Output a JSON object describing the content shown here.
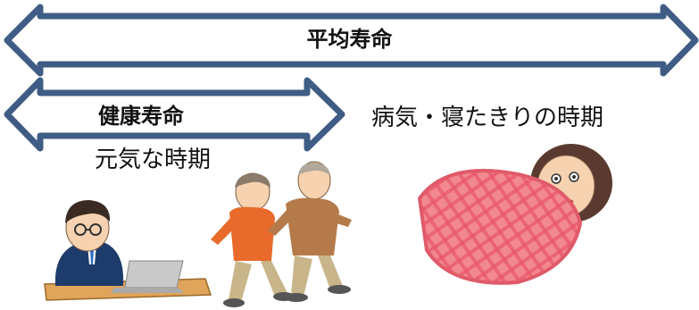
{
  "arrows": {
    "average_lifespan": "平均寿命",
    "healthy_lifespan": "健康寿命"
  },
  "periods": {
    "healthy": "元気な時期",
    "bedridden": "病気・寝たきりの時期"
  },
  "colors": {
    "arrow_stroke": "#3f5c84",
    "arrow_fill": "#ffffff",
    "blanket": "#f2898f",
    "blanket_check": "#e9566a",
    "shirt_orange": "#e86b2c",
    "shirt_brown": "#b57a4a",
    "pants": "#c9b58a",
    "suit": "#1d3b6b"
  }
}
